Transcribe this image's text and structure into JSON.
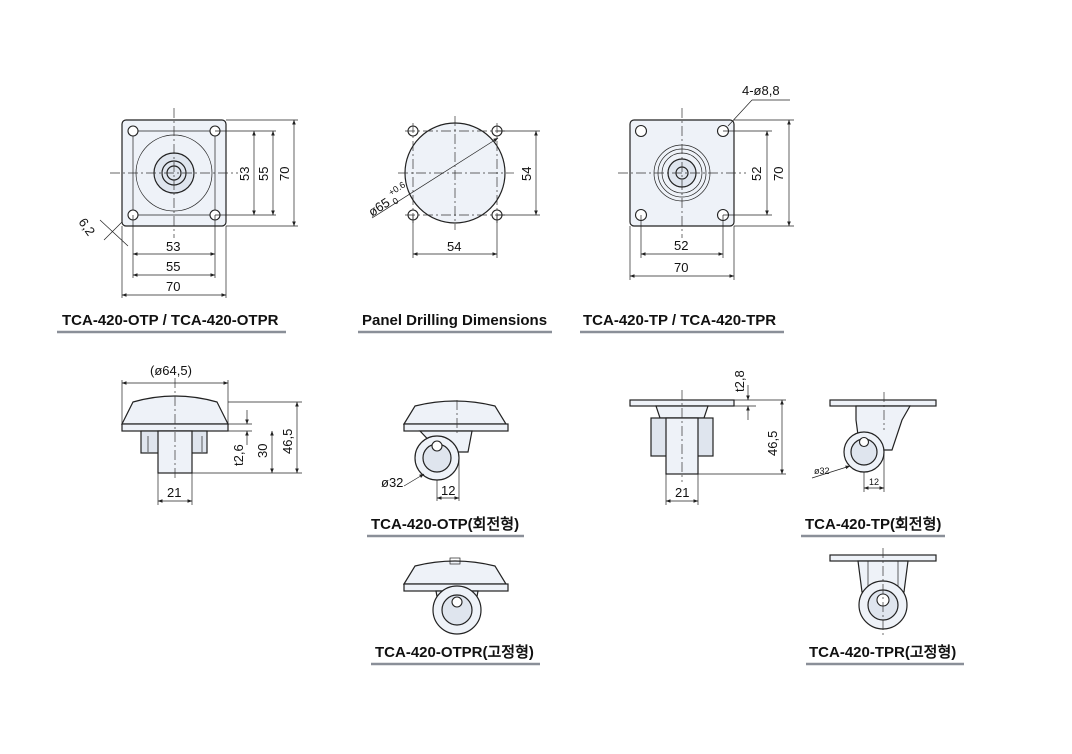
{
  "captions": {
    "otp_series": "TCA-420-OTP / TCA-420-OTPR",
    "panel_drilling": "Panel Drilling Dimensions",
    "tp_series": "TCA-420-TP / TCA-420-TPR",
    "otp_swivel": "TCA-420-OTP(회전형)",
    "otpr_fixed": "TCA-420-OTPR(고정형)",
    "tp_swivel": "TCA-420-TP(회전형)",
    "tpr_fixed": "TCA-420-TPR(고정형)"
  },
  "dimensions": {
    "otp_top": {
      "w53": "53",
      "w55": "55",
      "w70": "70",
      "h53": "53",
      "h55": "55",
      "h70": "70",
      "corner": "6,2"
    },
    "panel": {
      "w54": "54",
      "h54": "54",
      "dia": "ø65",
      "dia_tol": "+0.6",
      "dia_tol_low": "0"
    },
    "tp_top": {
      "holes": "4-ø8,8",
      "w52": "52",
      "w70": "70",
      "h52": "52",
      "h70": "70"
    },
    "otp_side": {
      "dia": "(ø64,5)",
      "t": "t2,6",
      "h30": "30",
      "h465": "46,5",
      "w21": "21"
    },
    "otp_front": {
      "wheel": "ø32",
      "w12": "12"
    },
    "tp_side": {
      "t": "t2,8",
      "h465": "46,5",
      "w21": "21"
    },
    "tp_front": {
      "wheel": "ø32",
      "w12": "12"
    }
  }
}
